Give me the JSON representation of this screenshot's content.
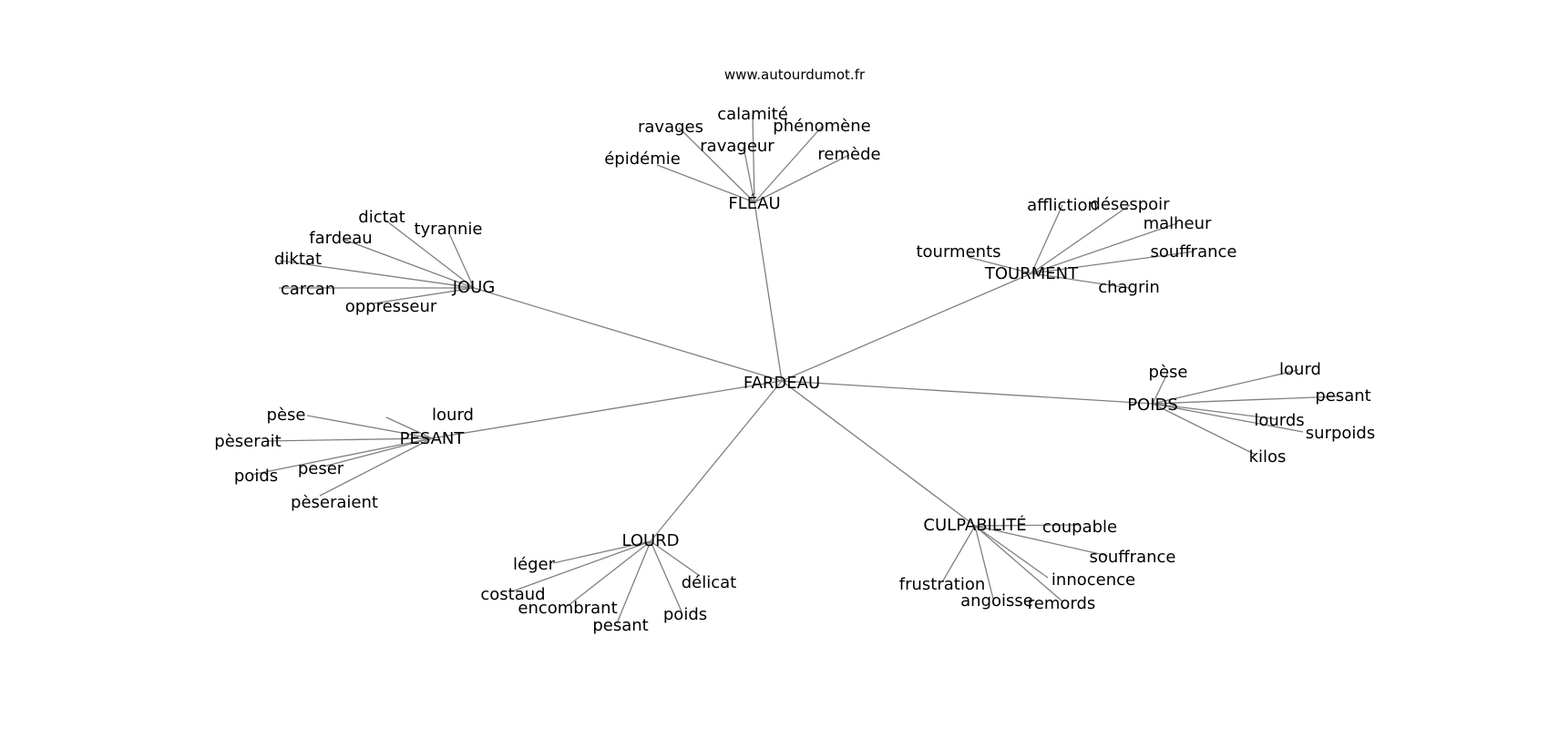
{
  "watermark": "www.autourdumot.fr",
  "center": "FARDEAU",
  "hubs": [
    {
      "id": "fleau",
      "label": "FLÉAU",
      "words": [
        "épidémie",
        "ravages",
        "calamité",
        "ravageur",
        "phénomène",
        "remède"
      ]
    },
    {
      "id": "tourment",
      "label": "TOURMENT",
      "words": [
        "tourments",
        "affliction",
        "désespoir",
        "malheur",
        "souffrance",
        "chagrin"
      ]
    },
    {
      "id": "poids",
      "label": "POIDS",
      "words": [
        "pèse",
        "lourd",
        "pesant",
        "lourds",
        "surpoids",
        "kilos"
      ]
    },
    {
      "id": "culpabilite",
      "label": "CULPABILITÉ",
      "words": [
        "coupable",
        "souffrance",
        "innocence",
        "remords",
        "angoisse",
        "frustration"
      ]
    },
    {
      "id": "lourd",
      "label": "LOURD",
      "words": [
        "léger",
        "costaud",
        "encombrant",
        "pesant",
        "poids",
        "délicat"
      ]
    },
    {
      "id": "pesant",
      "label": "PESANT",
      "words": [
        "pèse",
        "lourd",
        "pèserait",
        "peser",
        "poids",
        "pèseraient"
      ]
    },
    {
      "id": "joug",
      "label": "JOUG",
      "words": [
        "dictat",
        "tyrannie",
        "fardeau",
        "diktat",
        "carcan",
        "oppresseur"
      ]
    }
  ]
}
